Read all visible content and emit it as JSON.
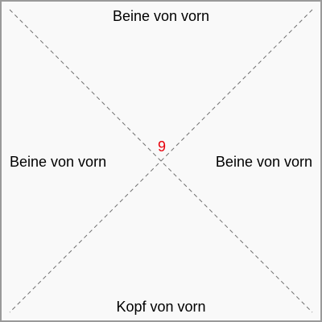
{
  "labels": {
    "top": "Beine von vorn",
    "left": "Beine von vorn",
    "right": "Beine von vorn",
    "bottom": "Kopf von vorn",
    "center": "9"
  },
  "colors": {
    "background": "#f9f9f9",
    "border": "#9a9a9a",
    "diagonal": "#707070",
    "text": "#000000",
    "center_number": "#e8000b"
  }
}
